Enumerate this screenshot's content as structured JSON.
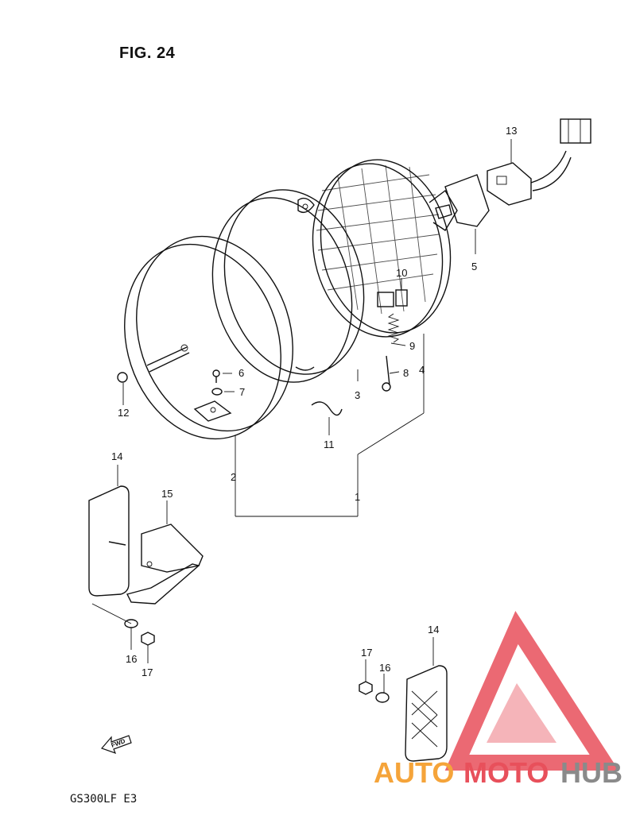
{
  "figure": {
    "title": "FIG. 24",
    "model_code": "GS300LF  E3"
  },
  "callouts": [
    {
      "id": "c1",
      "label": "1"
    },
    {
      "id": "c2",
      "label": "2"
    },
    {
      "id": "c3",
      "label": "3"
    },
    {
      "id": "c4",
      "label": "4"
    },
    {
      "id": "c5",
      "label": "5"
    },
    {
      "id": "c6",
      "label": "6"
    },
    {
      "id": "c7",
      "label": "7"
    },
    {
      "id": "c8",
      "label": "8"
    },
    {
      "id": "c9",
      "label": "9"
    },
    {
      "id": "c10",
      "label": "10"
    },
    {
      "id": "c11",
      "label": "11"
    },
    {
      "id": "c12",
      "label": "12"
    },
    {
      "id": "c13",
      "label": "13"
    },
    {
      "id": "c14a",
      "label": "14"
    },
    {
      "id": "c15",
      "label": "15"
    },
    {
      "id": "c16a",
      "label": "16"
    },
    {
      "id": "c17a",
      "label": "17"
    },
    {
      "id": "c14b",
      "label": "14"
    },
    {
      "id": "c17b",
      "label": "17"
    },
    {
      "id": "c16b",
      "label": "16"
    }
  ],
  "fwd_arrow": {
    "label": "FWD"
  },
  "watermark": {
    "brand_part1": "AUTO",
    "brand_part2": "MOTO",
    "brand_part3": "HUB",
    "color_orange": "#f5a43a",
    "color_red": "#e8505b",
    "color_gray": "#8a8a8a"
  }
}
